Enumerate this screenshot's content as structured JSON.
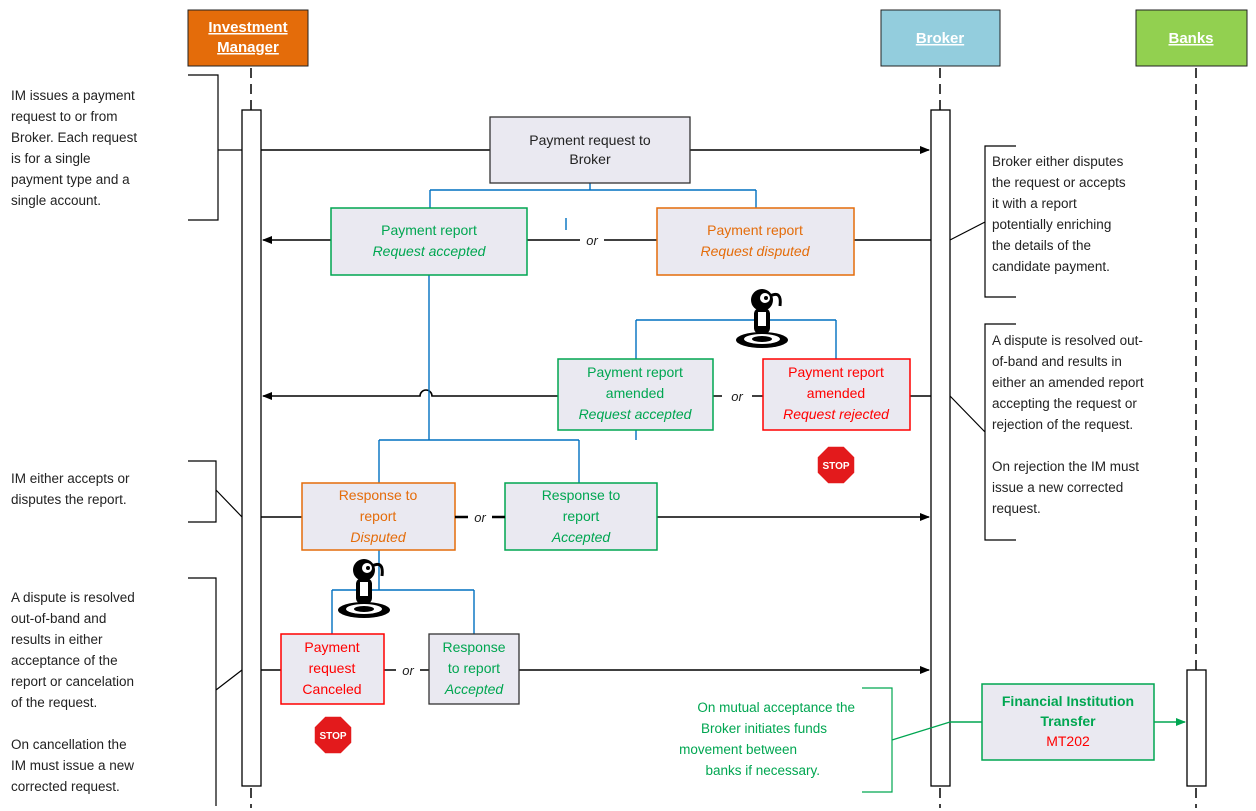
{
  "colors": {
    "investment_manager": "#E46C0A",
    "broker": "#93CDDD",
    "banks": "#92D050",
    "accepted": "#00A651",
    "disputed": "#E46C0A",
    "rejected": "#FF0000",
    "connector": "#0070C0",
    "box_fill": "#EAE9F1",
    "bracket_green": "#00A651"
  },
  "actors": {
    "investment_manager": [
      "Investment",
      "Manager"
    ],
    "broker": "Broker",
    "banks": "Banks"
  },
  "boxes": {
    "payment_request": [
      "Payment request to",
      "Broker"
    ],
    "report_accepted": [
      "Payment report",
      "Request accepted"
    ],
    "report_disputed": [
      "Payment report",
      "Request disputed"
    ],
    "amended_accepted": [
      "Payment report",
      "amended",
      "Request accepted"
    ],
    "amended_rejected": [
      "Payment report",
      "amended",
      "Request rejected"
    ],
    "response_disputed": [
      "Response to",
      "report",
      "Disputed"
    ],
    "response_accepted": [
      "Response to",
      "report",
      "Accepted"
    ],
    "request_canceled": [
      "Payment",
      "request",
      "Canceled"
    ],
    "response_accepted_2": [
      "Response",
      "to report",
      "Accepted"
    ],
    "fi_transfer": [
      "Financial Institution",
      "Transfer",
      "MT202"
    ]
  },
  "or_label": "or",
  "stop_label": "STOP",
  "notes": {
    "im_issues": [
      "IM issues a payment",
      "request to or from",
      "Broker. Each request",
      "is for a single",
      "payment type and a",
      "single account."
    ],
    "im_accepts": [
      "IM either accepts or",
      "disputes the report."
    ],
    "dispute_resolved_im": [
      "A dispute is resolved",
      "out-of-band and",
      "results in either",
      "acceptance of the",
      "report or cancelation",
      "of the request.",
      "",
      "On cancellation the",
      "IM must issue a new",
      "corrected request."
    ],
    "broker_disputes": [
      "Broker either disputes",
      "the request or accepts",
      "it with a report",
      "potentially enriching",
      "the details of the",
      "candidate payment."
    ],
    "dispute_resolved_broker": [
      "A dispute is resolved out-",
      "of-band and results in",
      "either an amended report",
      "accepting the request or",
      "rejection of the request.",
      "",
      "On rejection the IM must",
      "issue a new corrected",
      "request."
    ],
    "mutual_acceptance": [
      "On mutual acceptance the",
      "Broker initiates funds",
      "movement between",
      "banks if necessary."
    ]
  }
}
